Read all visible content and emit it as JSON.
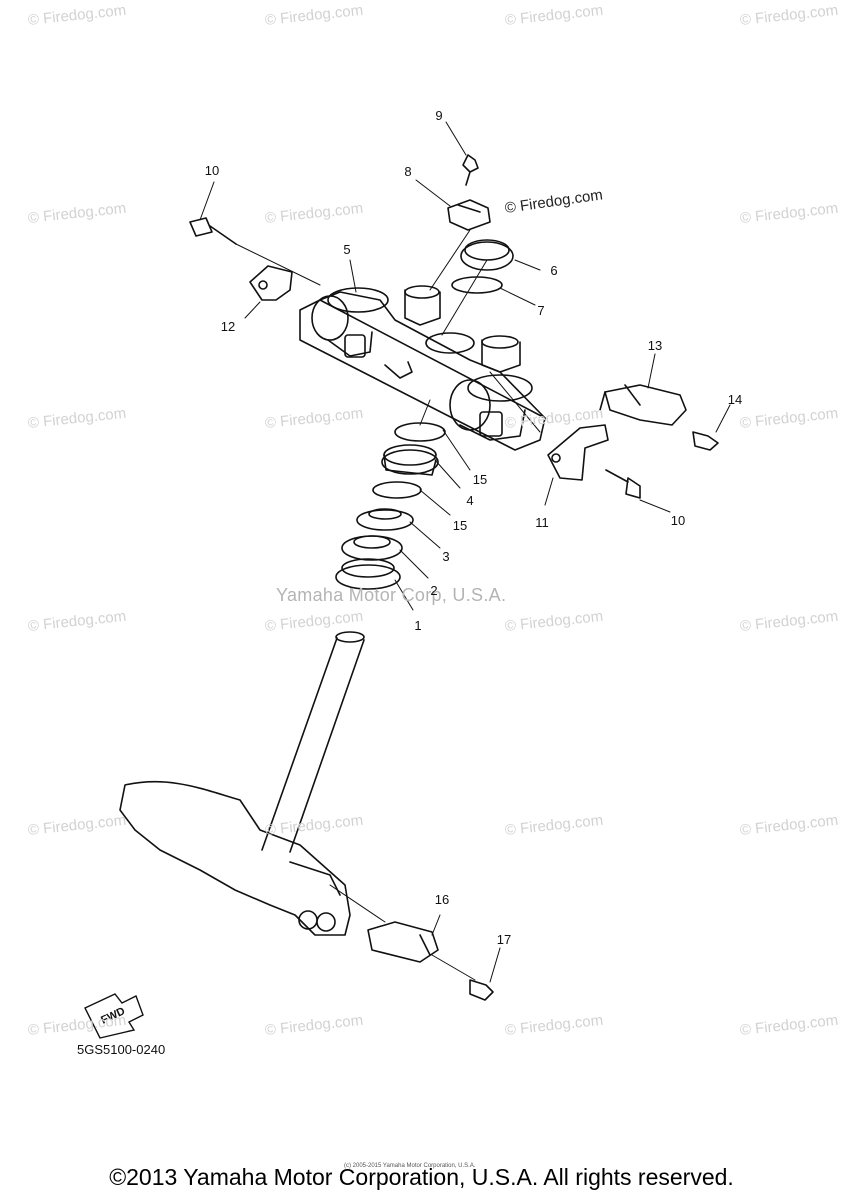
{
  "watermark": {
    "text": "© Firedog.com",
    "inline_text": "© Firedog.com",
    "center_text": "Yamaha Motor Corp, U.S.A."
  },
  "callouts": [
    "1",
    "2",
    "3",
    "4",
    "5",
    "6",
    "7",
    "8",
    "9",
    "10",
    "10",
    "11",
    "12",
    "13",
    "14",
    "15",
    "15",
    "16",
    "17"
  ],
  "fwd_label": "FWD",
  "diagram_code": "5GS5100-0240",
  "tiny_notice": "(c) 2005-2015 Yamaha Motor Corporation, U.S.A.",
  "copyright": "©2013 Yamaha Motor Corporation, U.S.A. All rights reserved.",
  "colors": {
    "line": "#111111",
    "watermark": "#d2d2d2"
  }
}
